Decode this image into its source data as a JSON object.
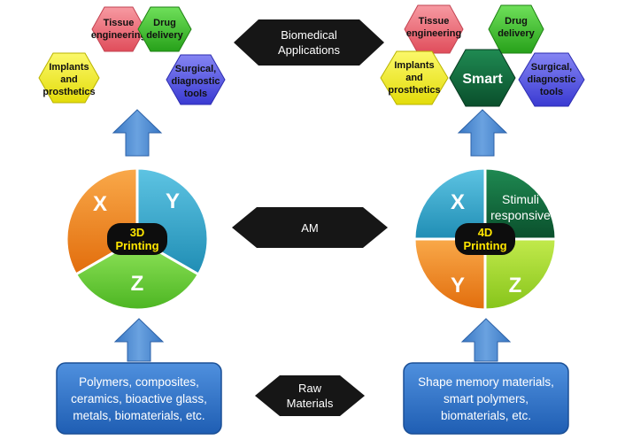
{
  "left_applications": {
    "tissue": [
      "Tissue",
      "engineering"
    ],
    "drug": [
      "Drug",
      "delivery"
    ],
    "implants": [
      "Implants",
      "and",
      "prosthetics"
    ],
    "surgical": [
      "Surgical,",
      "diagnostic",
      "tools"
    ]
  },
  "right_applications": {
    "tissue": [
      "Tissue",
      "engineering"
    ],
    "drug": [
      "Drug",
      "delivery"
    ],
    "implants": [
      "Implants",
      "and",
      "prosthetics"
    ],
    "surgical": [
      "Surgical,",
      "diagnostic",
      "tools"
    ],
    "smart": "Smart"
  },
  "center_labels": {
    "biomedical": [
      "Biomedical",
      "Applications"
    ],
    "am": "AM",
    "raw": [
      "Raw",
      "Materials"
    ]
  },
  "printing_3d": {
    "x": "X",
    "y": "Y",
    "z": "Z",
    "center": [
      "3D",
      "Printing"
    ]
  },
  "printing_4d": {
    "x": "X",
    "y": "Y",
    "z": "Z",
    "stimuli": [
      "Stimuli",
      "responsive"
    ],
    "center": [
      "4D",
      "Printing"
    ]
  },
  "materials_left": [
    "Polymers, composites,",
    "ceramics, bioactive glass,",
    "metals, biomaterials, etc."
  ],
  "materials_right": [
    "Shape memory materials,",
    "smart polymers,",
    "biomaterials, etc."
  ],
  "colors": {
    "pink": "#ef6b77",
    "green": "#3fbf2e",
    "yellow": "#f7f21f",
    "violet": "#5757e6",
    "dark_green": "#0f6b3d",
    "orange": "#f58a1f",
    "cyan": "#2ea9cf",
    "lime": "#6fd13a",
    "blue_box": "#2f73c9",
    "arrow_blue": "#4a86cf"
  }
}
